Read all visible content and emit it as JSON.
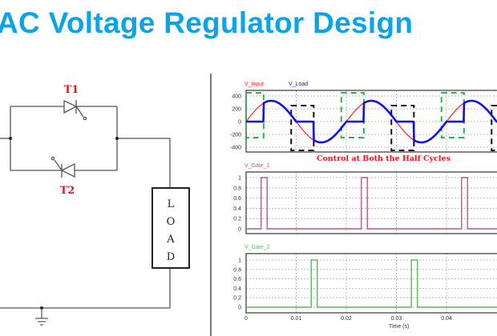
{
  "header": {
    "title": "AC Voltage Regulator Design"
  },
  "circuit": {
    "thyristor_top_label": "T1",
    "thyristor_bottom_label": "T2",
    "load_letters": [
      "L",
      "O",
      "A",
      "D"
    ],
    "label_color": "#e8141c"
  },
  "chart_data": [
    {
      "type": "line",
      "title": "",
      "legend": [
        {
          "name": "V_Input",
          "color": "#ff2020"
        },
        {
          "name": "V_Load",
          "color": "#1010ee"
        }
      ],
      "legend_placement": "top-left",
      "annotation": "Control at Both the Half Cycles",
      "annotation_color": "#e8141c",
      "xlim": [
        0,
        0.05
      ],
      "ylim": [
        -450,
        450
      ],
      "yticks": [
        "400",
        "200",
        "0",
        "-200",
        "-400"
      ],
      "grid": true,
      "series": [
        {
          "name": "V_Input",
          "function": "325*sin(2*pi*50*t)",
          "amplitude": 325,
          "frequency_hz": 50
        },
        {
          "name": "V_Load",
          "description": "zero until thyristor fires, then follows V_Input until zero crossing",
          "firing_delay_s": 0.0035
        }
      ],
      "highlight_boxes": [
        {
          "color": "green",
          "x": [
            0.0,
            0.0035
          ],
          "y": [
            -200,
            400
          ]
        },
        {
          "color": "black",
          "x": [
            0.009,
            0.0135
          ],
          "y": [
            -400,
            200
          ]
        },
        {
          "color": "green",
          "x": [
            0.019,
            0.0235
          ],
          "y": [
            -200,
            400
          ]
        },
        {
          "color": "black",
          "x": [
            0.029,
            0.0335
          ],
          "y": [
            -400,
            200
          ]
        },
        {
          "color": "green",
          "x": [
            0.039,
            0.0435
          ],
          "y": [
            -200,
            400
          ]
        },
        {
          "color": "black",
          "x": [
            0.049,
            0.0535
          ],
          "y": [
            -400,
            200
          ]
        }
      ]
    },
    {
      "type": "line",
      "legend": [
        {
          "name": "V_Gate_1",
          "color": "#b05c8a"
        }
      ],
      "xlim": [
        0,
        0.05
      ],
      "ylim": [
        -0.1,
        1.1
      ],
      "yticks": [
        "1",
        "0.8",
        "0.6",
        "0.4",
        "0.2",
        "0"
      ],
      "grid": true,
      "pulses": [
        [
          0.003,
          0.0042
        ],
        [
          0.023,
          0.0242
        ],
        [
          0.043,
          0.0442
        ]
      ]
    },
    {
      "type": "line",
      "legend": [
        {
          "name": "V_Gate_2",
          "color": "#5cb85c"
        }
      ],
      "xlim": [
        0,
        0.05
      ],
      "ylim": [
        -0.1,
        1.1
      ],
      "yticks": [
        "1",
        "0.8",
        "0.6",
        "0.4",
        "0.2",
        "0"
      ],
      "xticks": [
        "0",
        "0.01",
        "0.02",
        "0.03",
        "0.04"
      ],
      "xlabel": "Time (s)",
      "grid": true,
      "pulses": [
        [
          0.013,
          0.0142
        ],
        [
          0.033,
          0.0342
        ]
      ]
    }
  ]
}
